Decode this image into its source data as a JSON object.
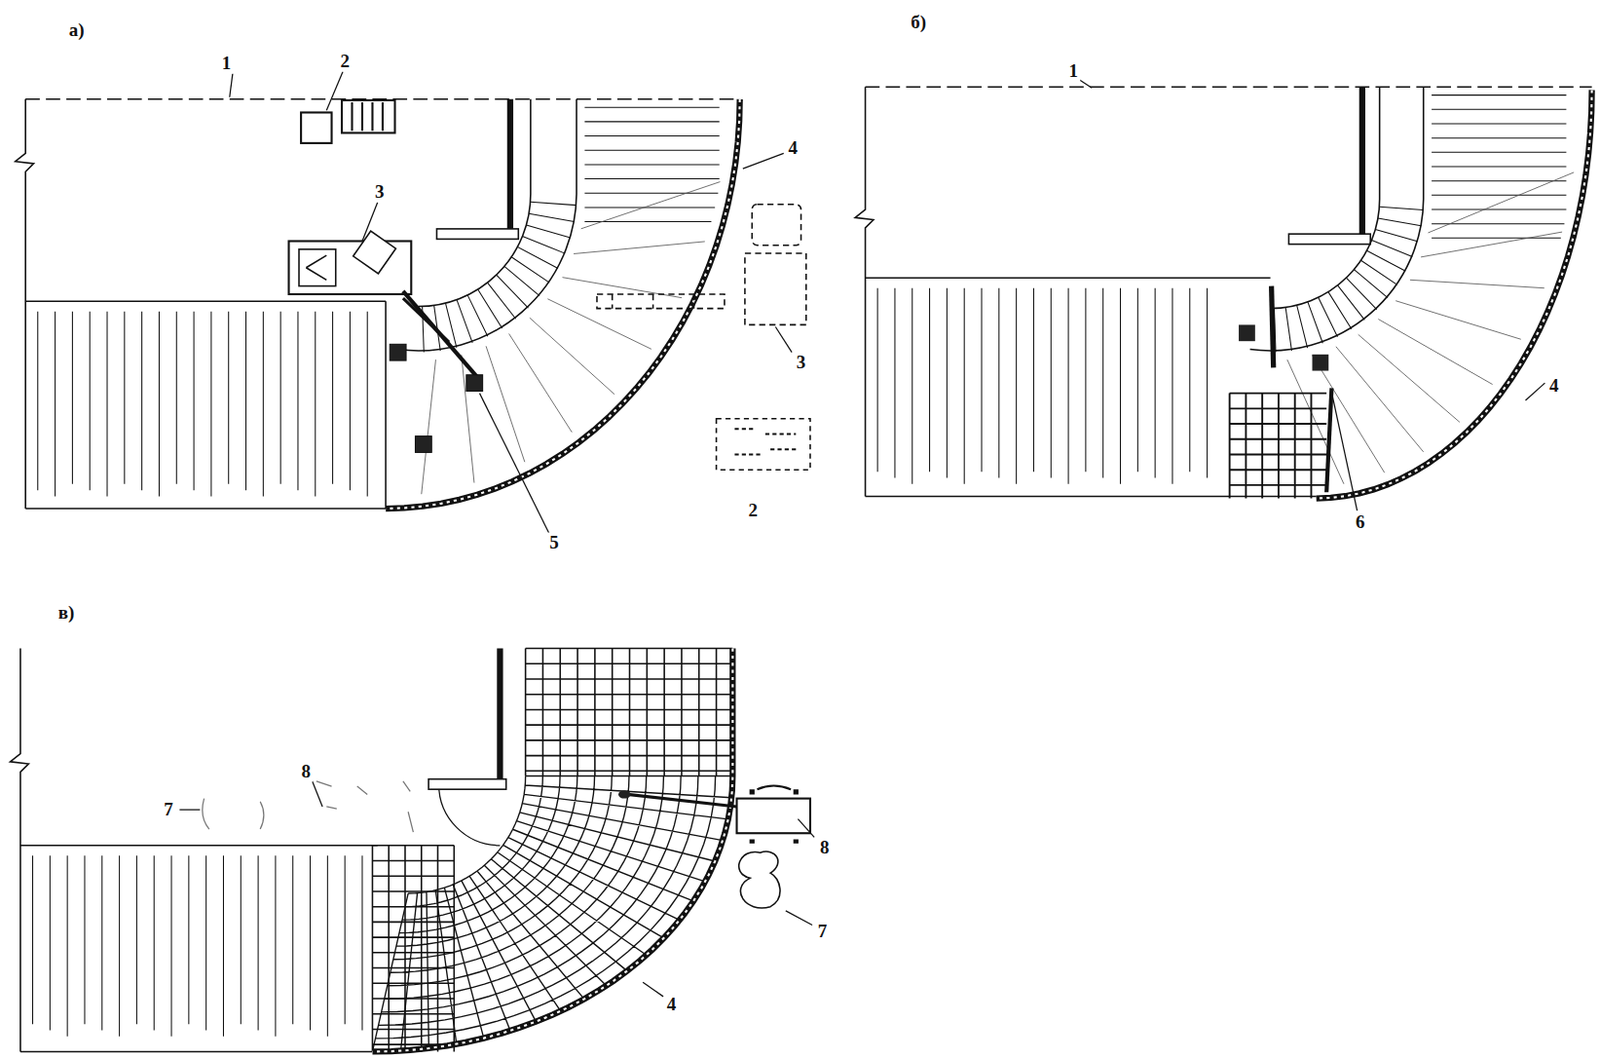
{
  "diagram": {
    "labels": [
      "а)",
      "1",
      "2",
      "4",
      "3",
      "3",
      "2",
      "5",
      "б)",
      "1",
      "4",
      "6",
      "в)",
      "8",
      "7",
      "8",
      "7",
      "4"
    ]
  }
}
